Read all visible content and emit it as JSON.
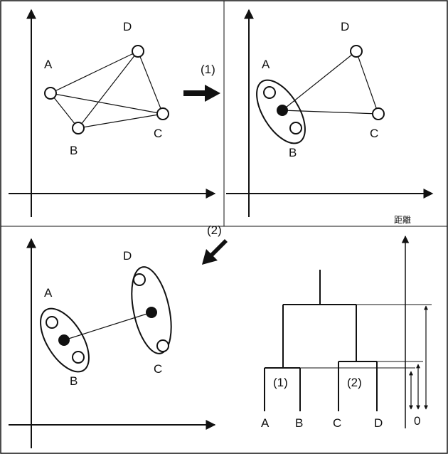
{
  "points": {
    "a": "A",
    "b": "B",
    "c": "C",
    "d": "D"
  },
  "steps": {
    "step1": "(1)",
    "step2": "(2)"
  },
  "dendrogram": {
    "y_axis_label": "距離",
    "zero_label": "0",
    "leaf_labels": [
      "A",
      "B",
      "C",
      "D"
    ],
    "cluster_labels": [
      "(1)",
      "(2)"
    ]
  },
  "colors": {
    "line": "#111111",
    "background": "#ffffff",
    "centroid": "#111111"
  }
}
